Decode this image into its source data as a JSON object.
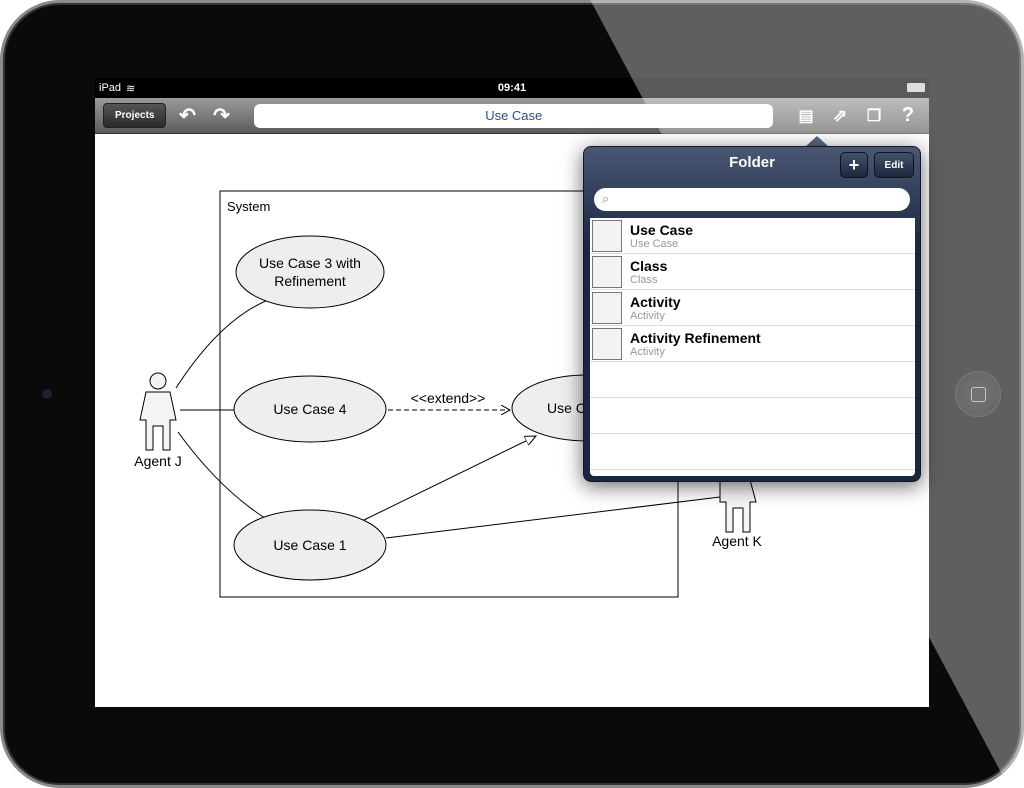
{
  "status": {
    "carrier": "iPad",
    "time": "09:41"
  },
  "toolbar": {
    "projects": "Projects",
    "title": "Use Case",
    "undo_icon": "↶",
    "redo_icon": "↷",
    "doc_icon": "▤",
    "share_icon": "⇗",
    "copy_icon": "❐",
    "help": "?"
  },
  "diagram": {
    "system": "System",
    "uc3_l1": "Use Case 3 with",
    "uc3_l2": "Refinement",
    "uc4": "Use Case 4",
    "uc1": "Use Case 1",
    "uc2": "Use C",
    "extend": "<<extend>>",
    "agent_j": "Agent J",
    "agent_k": "Agent K"
  },
  "popover": {
    "title": "Folder",
    "add": "+",
    "edit": "Edit",
    "search_placeholder": "",
    "items": [
      {
        "title": "Use Case",
        "subtitle": "Use Case"
      },
      {
        "title": "Class",
        "subtitle": "Class"
      },
      {
        "title": "Activity",
        "subtitle": "Activity"
      },
      {
        "title": "Activity Refinement",
        "subtitle": "Activity"
      }
    ]
  }
}
